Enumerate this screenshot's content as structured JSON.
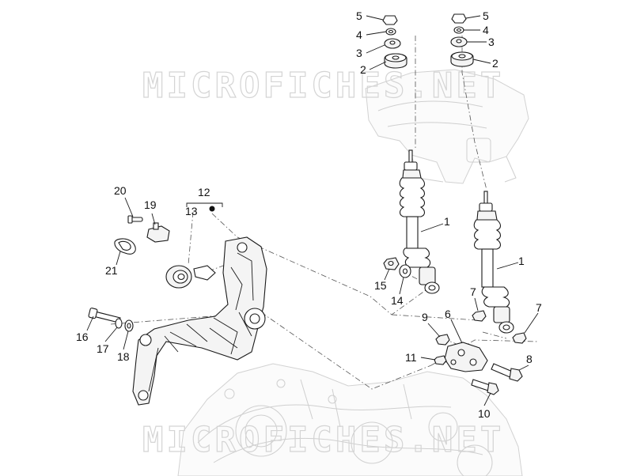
{
  "watermark": {
    "top": "MICROFICHES.NET",
    "bottom": "MICROFICHES.NET"
  },
  "callouts": {
    "c1a": "1",
    "c1b": "1",
    "c2a": "2",
    "c2b": "2",
    "c3a": "3",
    "c3b": "3",
    "c4a": "4",
    "c4b": "4",
    "c5a": "5",
    "c5b": "5",
    "c6": "6",
    "c7a": "7",
    "c7b": "7",
    "c8": "8",
    "c9": "9",
    "c10": "10",
    "c11": "11",
    "c12": "12",
    "c13": "13",
    "c14": "14",
    "c15": "15",
    "c16": "16",
    "c17": "17",
    "c18": "18",
    "c19": "19",
    "c20": "20",
    "c21": "21"
  },
  "colors": {
    "line": "#1a1a1a",
    "ghost": "#cfcfcf",
    "watermark": "#d4d4d4"
  }
}
